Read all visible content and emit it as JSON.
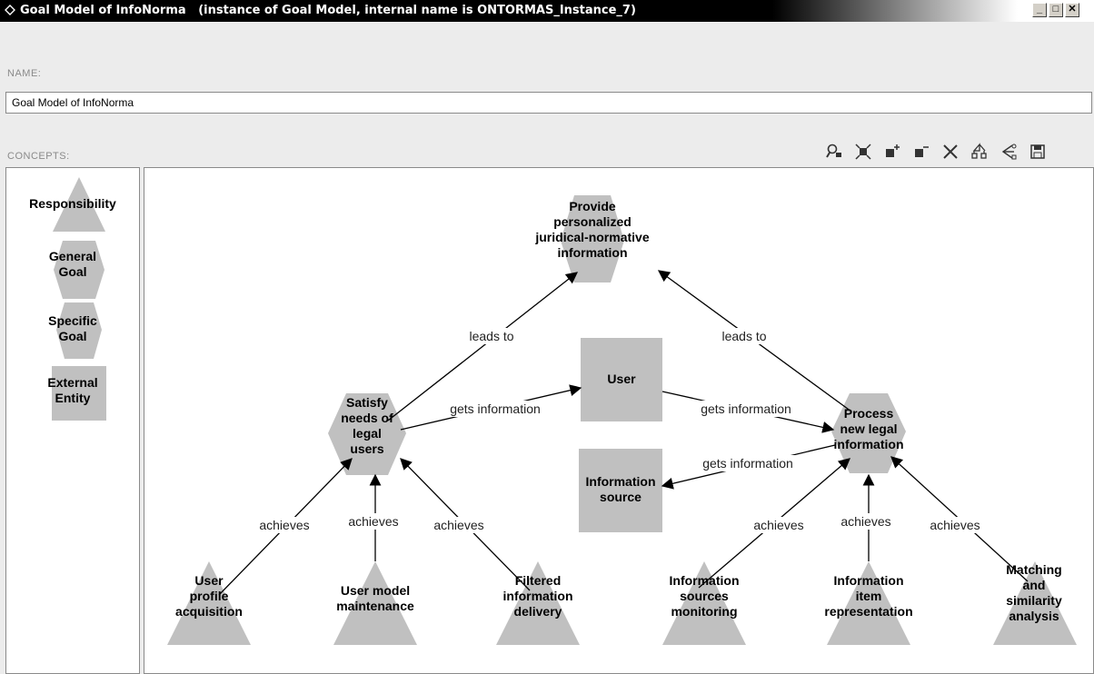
{
  "window": {
    "title": "Goal Model of InfoNorma   (instance of Goal Model, internal name is ONTORMAS_Instance_7)",
    "minimize": "_",
    "maximize": "□",
    "close": "✕"
  },
  "name": {
    "label": "NAME:",
    "value": "Goal Model of InfoNorma"
  },
  "concepts": {
    "label": "CONCEPTS:",
    "palette": [
      "Responsibility",
      "General\nGoal",
      "Specific\nGoal",
      "External\nEntity"
    ]
  },
  "toolbar": [
    "find-icon",
    "fit-icon",
    "add-node-icon",
    "remove-node-icon",
    "delete-icon",
    "layout-icon",
    "connect-icon",
    "save-icon"
  ],
  "diagram": {
    "nodes": {
      "provide": "Provide\npersonalized\njuridical-normative\ninformation",
      "user": "User",
      "satisfy": "Satisfy\nneeds of\nlegal\nusers",
      "process": "Process\nnew legal\ninformation",
      "infosource": "Information\nsource",
      "upa": "User\nprofile\nacquisition",
      "umm": "User model\nmaintenance",
      "fid": "Filtered\ninformation\ndelivery",
      "ism": "Information\nsources\nmonitoring",
      "iir": "Information\nitem\nrepresentation",
      "msa": "Matching\nand\nsimilarity\nanalysis"
    },
    "edges": {
      "leads_to": "leads to",
      "gets_information": "gets information",
      "achieves": "achieves"
    }
  },
  "colors": {
    "shape_fill": "#c0c0c0",
    "title_bg": "#000000"
  }
}
